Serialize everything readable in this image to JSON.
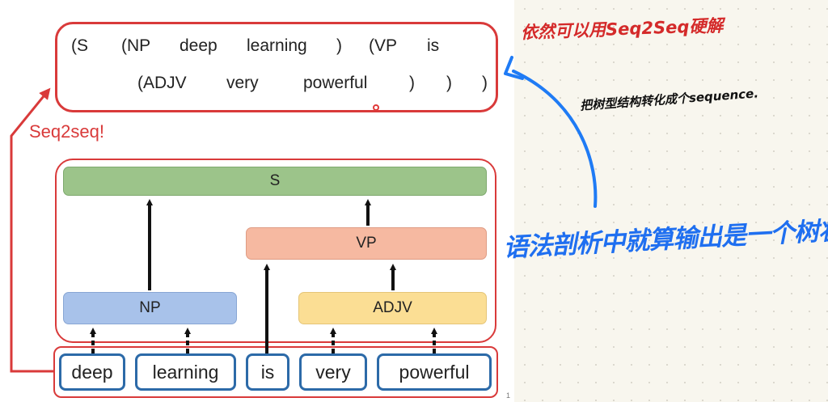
{
  "sequence": {
    "line1": [
      "(S",
      "(NP",
      "deep",
      "learning",
      ")",
      "(VP",
      "is"
    ],
    "line2": [
      "(ADJV",
      "very",
      "powerful",
      ")",
      ")",
      ")"
    ]
  },
  "seq2seq_label": "Seq2seq!",
  "tree": {
    "root": "S",
    "vp": "VP",
    "np": "NP",
    "adjv": "ADJV"
  },
  "words": [
    "deep",
    "learning",
    "is",
    "very",
    "powerful"
  ],
  "page_number": "1",
  "annotations": {
    "red_note": "依然可以用Seq2Seq硬解",
    "black_note": "把树型结构转化成个sequence.",
    "blue_note": "语法剖析中就算输出是一个树状"
  },
  "colors": {
    "red": "#d93a3a",
    "blue_annotation": "#1f6ff0",
    "word_border": "#2c6aa8",
    "s_fill": "#9cc48a",
    "vp_fill": "#f6b9a1",
    "np_fill": "#a8c2ea",
    "adjv_fill": "#fbde94"
  }
}
